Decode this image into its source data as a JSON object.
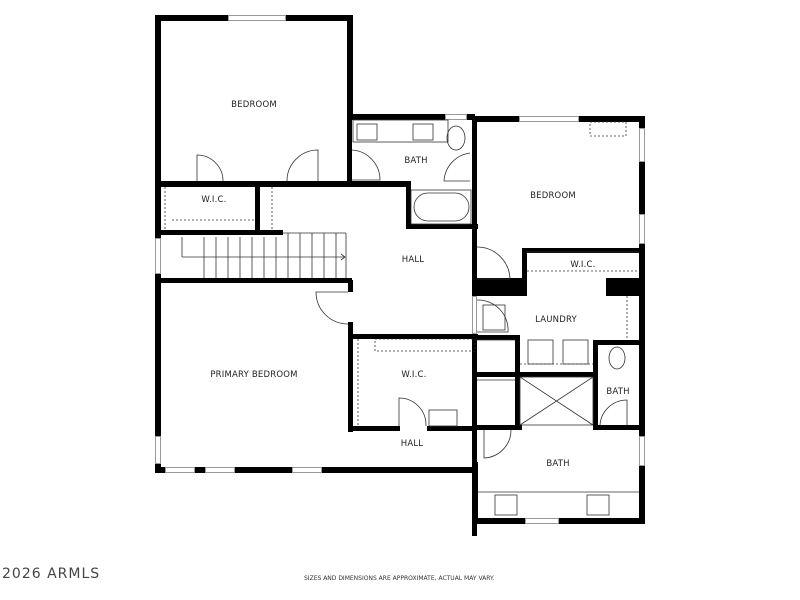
{
  "floorplan": {
    "rooms": [
      {
        "id": "bedroom-1",
        "label": "BEDROOM"
      },
      {
        "id": "bath-1",
        "label": "BATH"
      },
      {
        "id": "bedroom-2",
        "label": "BEDROOM"
      },
      {
        "id": "wic-1",
        "label": "W.I.C."
      },
      {
        "id": "hall-1",
        "label": "HALL"
      },
      {
        "id": "wic-2",
        "label": "W.I.C."
      },
      {
        "id": "laundry",
        "label": "LAUNDRY"
      },
      {
        "id": "primary-bedroom",
        "label": "PRIMARY BEDROOM"
      },
      {
        "id": "wic-3",
        "label": "W.I.C."
      },
      {
        "id": "bath-2",
        "label": "BATH"
      },
      {
        "id": "hall-2",
        "label": "HALL"
      },
      {
        "id": "bath-3",
        "label": "BATH"
      }
    ]
  },
  "footer": {
    "copyright": "2026 ARMLS",
    "disclaimer": "SIZES AND DIMENSIONS ARE APPROXIMATE, ACTUAL MAY VARY."
  }
}
